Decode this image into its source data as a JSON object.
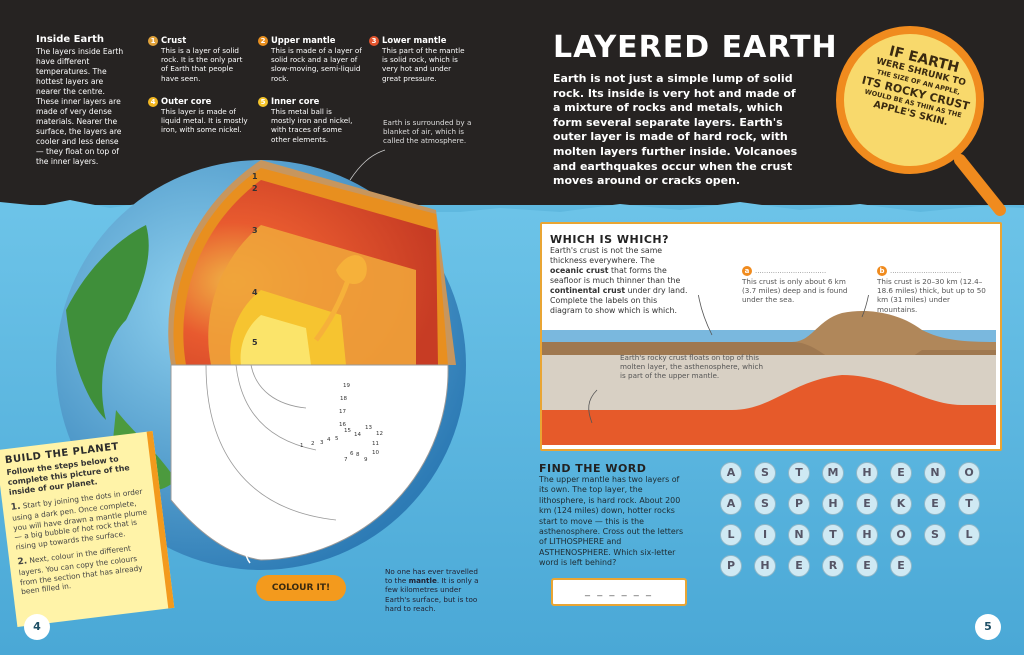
{
  "inside": {
    "title": "Inside Earth",
    "text": "The layers inside Earth have different temperatures. The hottest layers are nearer the centre. These inner layers are made of very dense materials. Nearer the surface, the layers are cooler and less dense — they float on top of the inner layers."
  },
  "layers": [
    {
      "num": "1",
      "title": "Crust",
      "text": "This is a layer of solid rock. It is the only part of Earth that people have seen.",
      "color": "#e0a23b"
    },
    {
      "num": "2",
      "title": "Upper mantle",
      "text": "This is made of a layer of solid rock and a layer of slow-moving, semi-liquid rock.",
      "color": "#e88f1f"
    },
    {
      "num": "3",
      "title": "Lower mantle",
      "text": "This part of the mantle is solid rock, which is very hot and under great pressure.",
      "color": "#e2542d"
    },
    {
      "num": "4",
      "title": "Outer core",
      "text": "This layer is made of liquid metal. It is mostly iron, with some nickel.",
      "color": "#f2b722"
    },
    {
      "num": "5",
      "title": "Inner core",
      "text": "This metal ball is mostly iron and nickel, with traces of some other elements.",
      "color": "#f5c52b"
    }
  ],
  "atmosphere_note": "Earth is surrounded by a blanket of air, which is called the atmosphere.",
  "globe_numbers": [
    "1",
    "2",
    "3",
    "4",
    "5"
  ],
  "dots": [
    "1",
    "2",
    "3",
    "4",
    "5",
    "6",
    "7",
    "8",
    "9",
    "10",
    "11",
    "12",
    "13",
    "14",
    "15",
    "16",
    "17",
    "18",
    "19"
  ],
  "build": {
    "title": "BUILD THE PLANET",
    "intro": "Follow the steps below to complete this picture of the inside of our planet.",
    "step1_num": "1.",
    "step1": "Start by joining the dots in order using a dark pen. Once complete, you will have drawn a mantle plume — a big bubble of hot rock that is rising up towards the surface.",
    "step2_num": "2.",
    "step2": "Next, colour in the different layers. You can copy the colours from the section that has already been filled in."
  },
  "colour_it": "COLOUR IT!",
  "mantle_note": {
    "pre": "No one has ever travelled to the ",
    "bold": "mantle",
    "post": ". It is only a few kilometres under Earth's surface, but is too hard to reach."
  },
  "page_left": "4",
  "page_right": "5",
  "main_title": "LAYERED EARTH",
  "intro": "Earth is not just a simple lump of solid rock. Its inside is very hot and made of a mixture of rocks and metals, which form several separate layers. Earth's outer layer is made of hard rock, with molten layers further inside. Volcanoes and earthquakes occur when the crust moves around or cracks open.",
  "magnifier": {
    "l1": "IF EARTH",
    "l2": "WERE SHRUNK TO",
    "l3": "THE SIZE OF AN APPLE,",
    "l4": "ITS ROCKY CRUST",
    "l5": "WOULD BE AS THIN AS THE",
    "l6": "APPLE'S SKIN."
  },
  "which": {
    "title": "WHICH IS WHICH?",
    "t1": "Earth's crust is not the same thickness everywhere. The ",
    "b1": "oceanic crust",
    "t2": " that forms the seafloor is much thinner than the ",
    "b2": "continental crust",
    "t3": " under dry land. Complete the labels on this diagram to show which is which.",
    "a_label": "a",
    "a_text": "This crust is only about 6 km (3.7 miles) deep and is found under the sea.",
    "b_label": "b",
    "b_text": "This crust is 20–30 km (12.4–18.6 miles) thick, but up to 50 km (31 miles) under mountains.",
    "float_text": "Earth's rocky crust floats on top of this molten layer, the asthenosphere, which is part of the upper mantle."
  },
  "find": {
    "title": "FIND THE WORD",
    "text": "The upper mantle has two layers of its own. The top layer, the lithosphere, is hard rock. About 200 km (124 miles) down, hotter rocks start to move — this is the asthenosphere. Cross out the letters of LITHOSPHERE and ASTHENOSPHERE. Which six-letter word is left behind?",
    "answer": "_ _ _ _ _ _",
    "rows": [
      [
        "A",
        "S",
        "T",
        "M",
        "H",
        "E",
        "N",
        "O"
      ],
      [
        "A",
        "S",
        "P",
        "H",
        "E",
        "K",
        "E",
        "T"
      ],
      [
        "L",
        "I",
        "N",
        "T",
        "H",
        "O",
        "S",
        "L"
      ],
      [
        "P",
        "H",
        "E",
        "R",
        "E",
        "E"
      ]
    ]
  }
}
